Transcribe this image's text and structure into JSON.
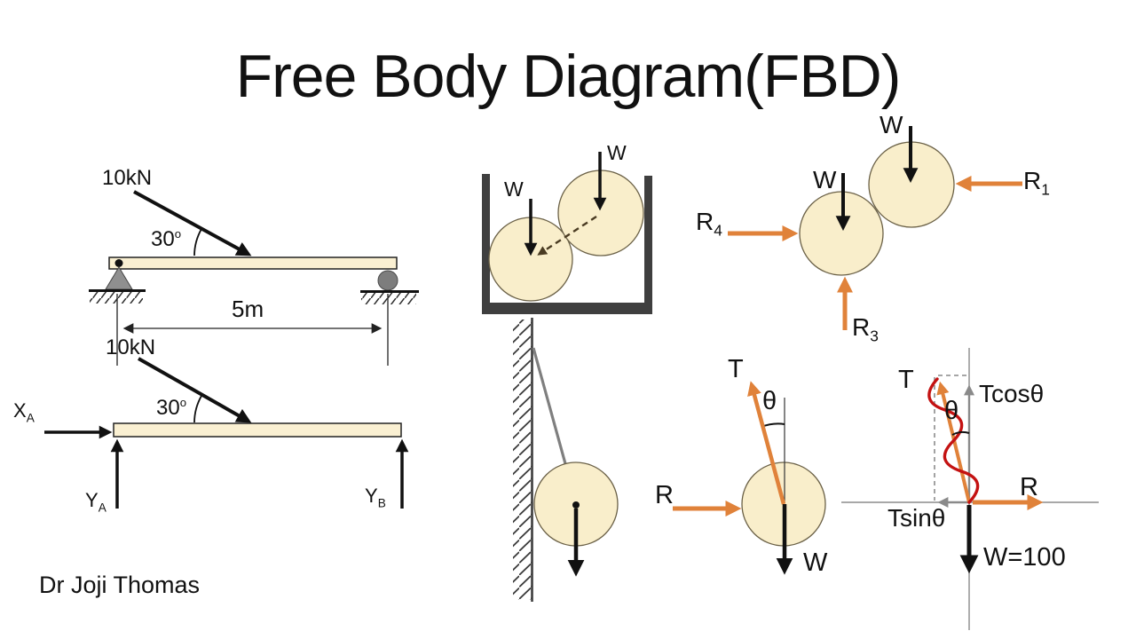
{
  "slide": {
    "title": "Free Body Diagram(FBD)",
    "author": "Dr Joji Thomas"
  },
  "colors": {
    "ball_fill": "#F9EECB",
    "ball_stroke": "#6b6147",
    "beam_fill": "#FAF0D2",
    "orange": "#E0823A",
    "red": "#C41212",
    "gray": "#828282",
    "dark": "#3F3F3F",
    "ink": "#111111"
  },
  "beam_loaded": {
    "force": "10kN",
    "angle_base": "30",
    "angle_sup": "o",
    "span": "5m"
  },
  "beam_fbd": {
    "force": "10kN",
    "angle_base": "30",
    "angle_sup": "o",
    "xa_base": "X",
    "xa_sub": "A",
    "ya_base": "Y",
    "ya_sub": "A",
    "yb_base": "Y",
    "yb_sub": "B"
  },
  "spheres_container": {
    "w_left": "W",
    "w_right": "W"
  },
  "spheres_fbd": {
    "w_upper": "W",
    "w_lower": "W",
    "r1_base": "R",
    "r1_sub": "1",
    "r3_base": "R",
    "r3_sub": "3",
    "r4_base": "R",
    "r4_sub": "4"
  },
  "sphere_forces": {
    "tension": "T",
    "theta": "θ",
    "reaction": "R",
    "weight": "W"
  },
  "force_resolution": {
    "tension": "T",
    "theta": "θ",
    "tcos": "Tcosθ",
    "tsin": "Tsinθ",
    "reaction": "R",
    "weight": "W=100"
  }
}
